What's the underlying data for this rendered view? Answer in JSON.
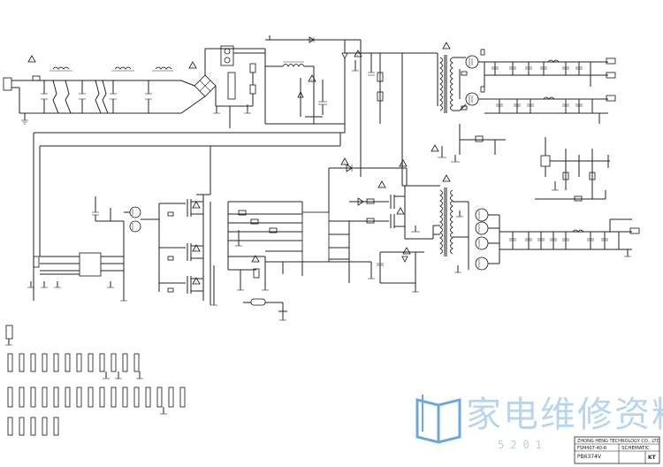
{
  "title_block": {
    "company": "ZHONG HENG TECHNOLOGY CO., LTD",
    "model": "FSM407-40-R",
    "doc_type": "SCHEMATIC",
    "part_no": "PB6374V",
    "rev": "KT"
  },
  "watermark": {
    "text": "家电维修资料网",
    "number": "5201",
    "logo_icon": "book-logo-icon",
    "color": "#7fb4e3"
  }
}
